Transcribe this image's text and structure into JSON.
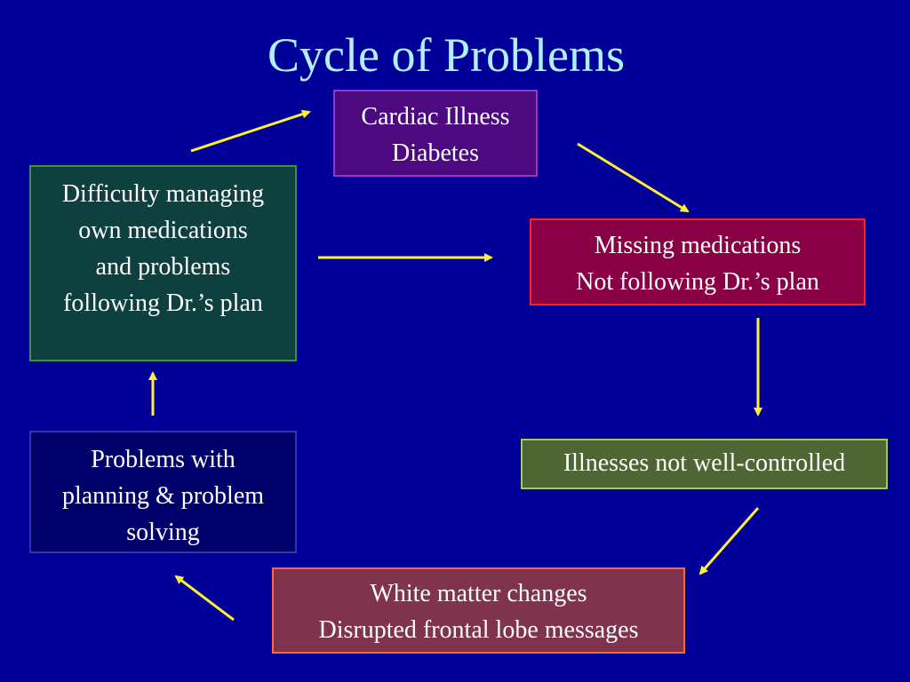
{
  "title": "Cycle of Problems",
  "colors": {
    "background": "#000099",
    "title_text": "#aef0ff",
    "arrow": "#ffee33",
    "box_text": "#ffffff"
  },
  "boxes": {
    "cardiac": {
      "lines": [
        "Cardiac Illness",
        "Diabetes"
      ],
      "fill": "#4d0a80",
      "border": "#9933cc"
    },
    "missing": {
      "lines": [
        "Missing medications",
        "Not following Dr.’s plan"
      ],
      "fill": "#8a0044",
      "border": "#ff2222"
    },
    "illness": {
      "lines": [
        "Illnesses not well-controlled"
      ],
      "fill": "#4d6633",
      "border": "#99cc66"
    },
    "white": {
      "lines": [
        "White matter changes",
        "Disrupted frontal lobe messages"
      ],
      "fill": "#80334d",
      "border": "#ff6633"
    },
    "planning": {
      "lines": [
        "Problems with",
        "planning & problem",
        "solving"
      ],
      "fill": "#00006b",
      "border": "#3333aa"
    },
    "difficulty": {
      "lines": [
        "Difficulty managing",
        "own medications",
        "and problems",
        "following Dr.’s plan"
      ],
      "fill": "#0f4040",
      "border": "#339933"
    }
  }
}
